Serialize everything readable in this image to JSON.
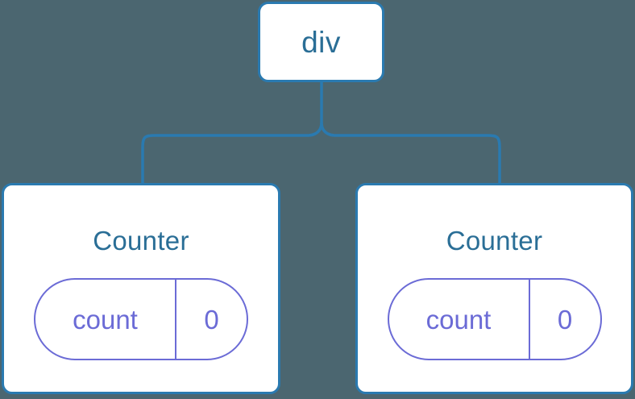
{
  "diagram": {
    "type": "component-tree",
    "background_color": "#4b6670",
    "node_border_color": "#2a7ab0",
    "node_text_color": "#2a6e96",
    "state_color": "#6b6bd6",
    "connector_color": "#2a7ab0",
    "root": {
      "label": "div"
    },
    "children": [
      {
        "title": "Counter",
        "state": {
          "key": "count",
          "value": "0"
        }
      },
      {
        "title": "Counter",
        "state": {
          "key": "count",
          "value": "0"
        }
      }
    ]
  }
}
